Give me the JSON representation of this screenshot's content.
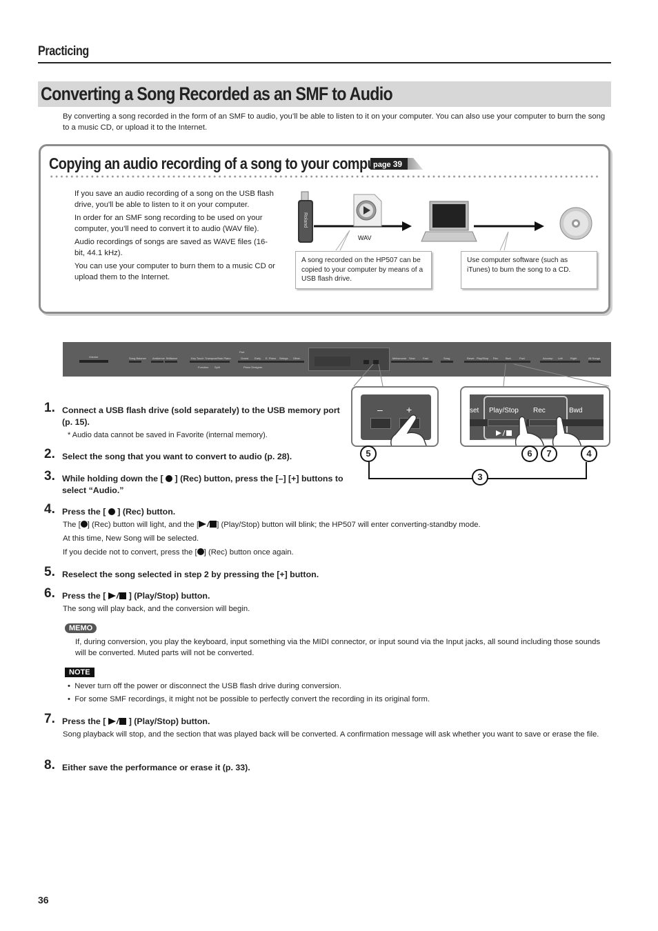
{
  "section": "Practicing",
  "title": "Converting a Song Recorded as an SMF to Audio",
  "intro": "By converting a song recorded in the form of an SMF to audio, you’ll be able to listen to it on your computer. You can also use your computer to burn the song to a music CD, or upload it to the Internet.",
  "box": {
    "title": "Copying an audio recording of a song to your computer",
    "page_label": "page",
    "page_num": "39",
    "paras": [
      "If you save an audio recording of a song on the USB flash drive, you'll be able to listen to it on your computer.",
      "In order for an SMF song recording to be used on your computer, you’ll need to convert it to audio (WAV file).",
      "Audio recordings of songs are saved as WAVE files (16-bit, 44.1 kHz).",
      "You can use your computer to burn them to a music CD or upload them to  the Internet."
    ],
    "wav_label": "WAV",
    "usb_brand": "Roland",
    "callout1": "A song recorded on the HP507 can be copied to your computer by means of a USB flash drive.",
    "callout2": "Use computer software (such as iTunes) to burn the song to a CD."
  },
  "zoom_left": {
    "minus": "–",
    "plus": "+"
  },
  "zoom_right": {
    "left_edge": "set",
    "play_stop": "Play/Stop",
    "rec": "Rec",
    "right_edge": "Bwd"
  },
  "circles": {
    "c5": "5",
    "c6": "6",
    "c7": "7",
    "c4": "4",
    "c3": "3"
  },
  "panel_labels": [
    "Volume",
    "Song Balance",
    "Ambience",
    "Brilliance",
    "Key Touch",
    "Transpose",
    "Twin Piano",
    "Part",
    "Function",
    "Split",
    "Grand",
    "Early",
    "E. Piano",
    "Strings",
    "Other",
    "Piano Designer",
    "Metronome",
    "Slow",
    "Fast",
    "Song",
    "Reset",
    "Play/Stop",
    "Rec",
    "Bwd",
    "Fwd",
    "Accomp",
    "Left",
    "Right",
    "All Songs"
  ],
  "steps": [
    {
      "num": "1.",
      "text": "Connect a USB flash drive (sold separately) to the USB memory port (p. 15)."
    },
    {
      "num": "2.",
      "text": "Select the song that you want to convert to audio (p. 28)."
    },
    {
      "num": "3.",
      "pre": "While holding down the [",
      "post": "] (Rec) button, press the [–] [+] buttons to select “Audio.”"
    },
    {
      "num": "4.",
      "pre": "Press the [",
      "post": "] (Rec) button."
    },
    {
      "num": "5.",
      "text": "Reselect the song selected in step 2 by pressing the [+] button."
    },
    {
      "num": "6.",
      "pre": "Press the [",
      "post": "] (Play/Stop) button."
    },
    {
      "num": "7.",
      "pre": "Press the [",
      "post": "] (Play/Stop) button."
    },
    {
      "num": "8.",
      "text": "Either save the performance or erase it (p. 33)."
    }
  ],
  "step1_note": "*  Audio data cannot be saved in Favorite (internal memory).",
  "step4": {
    "l1_a": "The [",
    "l1_b": "] (Rec) button will light, and the [",
    "l1_c": "] (Play/Stop) button will blink; the HP507 will enter converting-standby mode.",
    "l2": "At this time, New Song will be selected.",
    "l3_a": "If you decide not to convert, press the [",
    "l3_b": "] (Rec) button once again."
  },
  "step6_body": "The song will play back, and the conversion will begin.",
  "memo_label": "MEMO",
  "memo_text": "If, during conversion, you play the keyboard, input something via the MIDI connector, or input sound via the Input jacks, all sound including those sounds will be converted. Muted parts will not be converted.",
  "note_label": "NOTE",
  "notes": [
    "Never turn off the power or disconnect the USB flash drive during conversion.",
    "For some SMF recordings, it might not be possible to perfectly convert the recording in its original form."
  ],
  "bullet": "•",
  "step7_body": "Song playback will stop, and the section that was played back will be converted. A confirmation message will ask whether you want to save or erase the file.",
  "page_number": "36"
}
